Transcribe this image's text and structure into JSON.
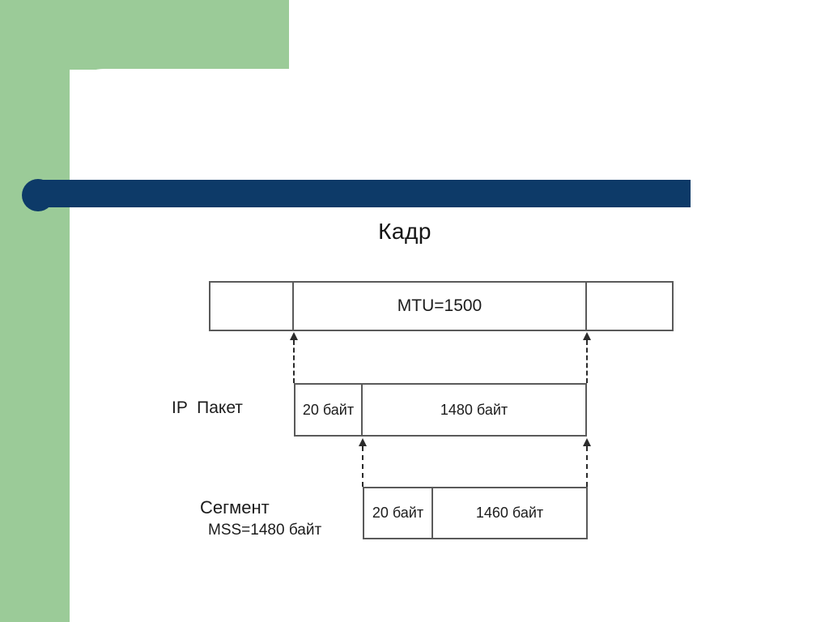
{
  "slide": {
    "title": "Кадр",
    "colors": {
      "template_green": "#9BCB98",
      "accent_navy": "#0D3A68",
      "diagram_line": "#5a5a5a",
      "text": "#1c1c1c"
    }
  },
  "diagram": {
    "frame": {
      "cells": [
        "",
        "MTU=1500",
        ""
      ]
    },
    "ip_packet": {
      "label": "IP  Пакет",
      "cells": [
        "20 байт",
        "1480 байт"
      ]
    },
    "segment": {
      "label": "Сегмент",
      "sublabel": "MSS=1480 байт",
      "cells": [
        "20 байт",
        "1460 байт"
      ]
    }
  }
}
